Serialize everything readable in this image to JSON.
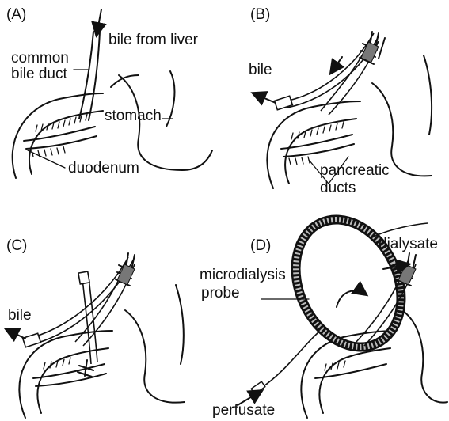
{
  "panels": [
    {
      "letter": "(A)",
      "labels": {
        "bile_from_liver": "bile from liver",
        "common_bile_duct_1": "common",
        "common_bile_duct_2": "bile duct",
        "stomach": "stomach",
        "duodenum": "duodenum"
      }
    },
    {
      "letter": "(B)",
      "labels": {
        "bile": "bile",
        "pancreatic_ducts_1": "pancreatic",
        "pancreatic_ducts_2": "ducts"
      }
    },
    {
      "letter": "(C)",
      "labels": {
        "bile": "bile"
      }
    },
    {
      "letter": "(D)",
      "labels": {
        "dialysate": "dialysate",
        "microdialysis_probe_1": "microdialysis",
        "microdialysis_probe_2": "probe",
        "perfusate": "perfusate"
      }
    }
  ]
}
